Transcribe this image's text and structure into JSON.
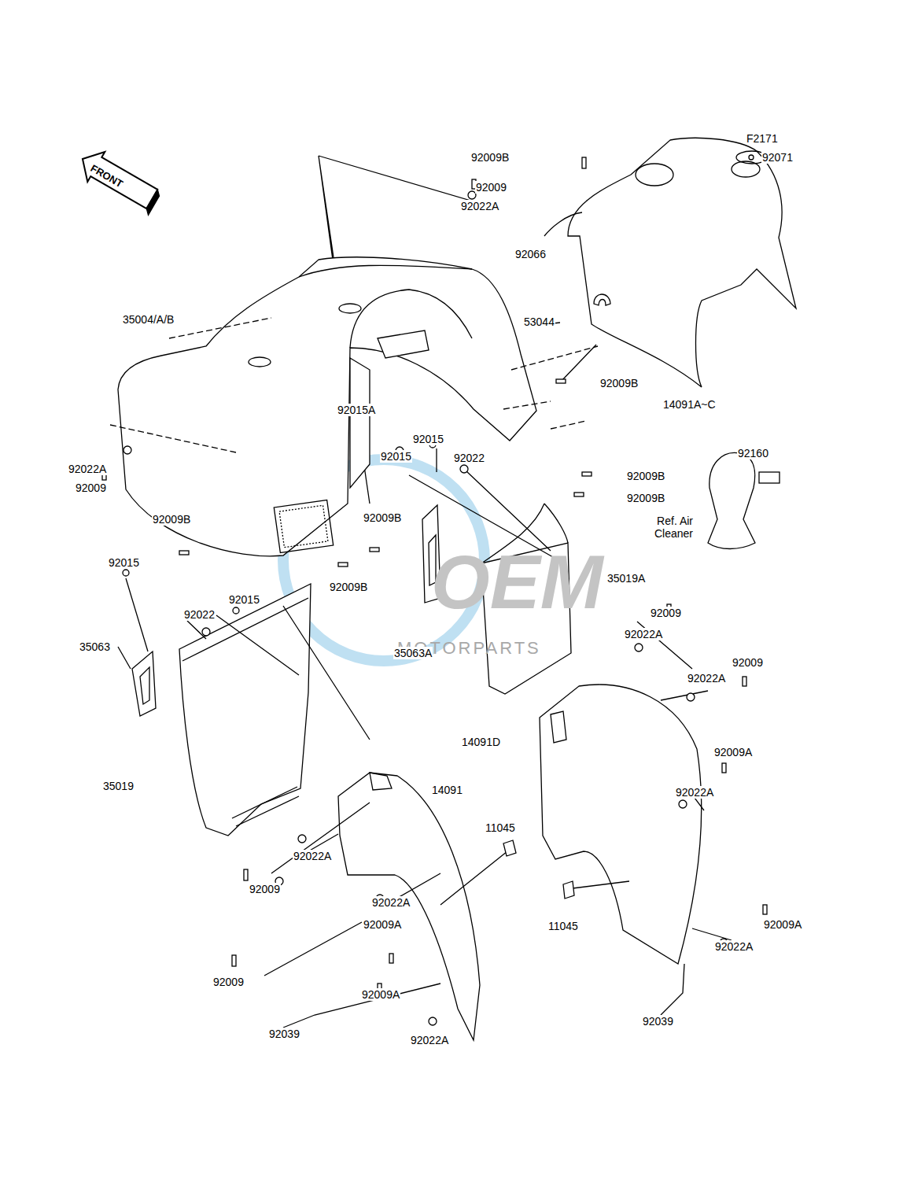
{
  "diagram": {
    "labels": [
      "F2171",
      "FRONT",
      "92009B",
      "92071",
      "92009",
      "92022A",
      "92066",
      "35004/A/B",
      "53044",
      "92009B",
      "14091A~C",
      "92015A",
      "92015",
      "92015",
      "92022",
      "92160",
      "92022A",
      "92009",
      "92009B",
      "92009B",
      "92009B",
      "92009B",
      "Ref. Air Cleaner",
      "92015",
      "92015",
      "92022",
      "92009B",
      "35019A",
      "92009",
      "92022A",
      "35063",
      "35063A",
      "92009",
      "92022A",
      "14091D",
      "92009A",
      "92022A",
      "35019",
      "14091",
      "11045",
      "92022A",
      "92009",
      "92022A",
      "11045",
      "92009A",
      "92009A",
      "92022A",
      "92009",
      "92009A",
      "92039",
      "92022A",
      "92039",
      "MOTORPARTS",
      "OEM"
    ]
  }
}
